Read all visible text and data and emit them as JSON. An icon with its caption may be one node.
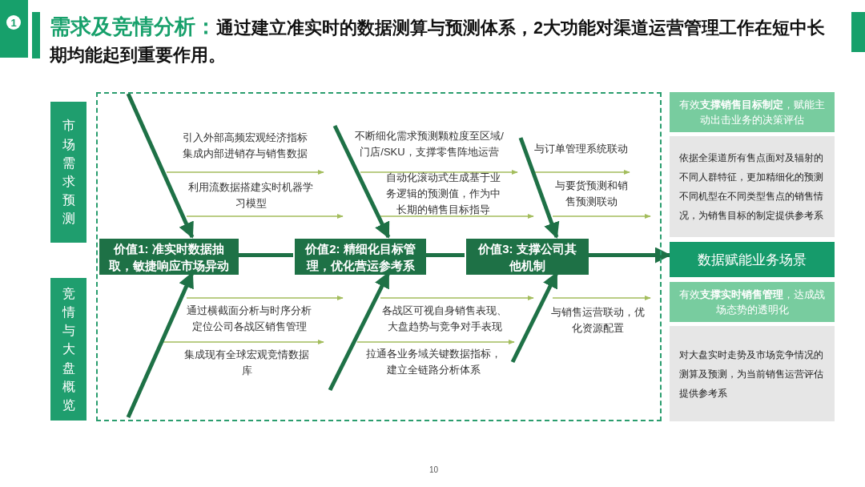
{
  "diagram": {
    "title": "**需求及竞情分析：**通过建立准实时的数据测算与预测体系，2大功能对渠道运营管理工作在短中长期均能起到重要作用。",
    "nodes": [
      {
        "text": [
          "市场需求预测"
        ]
      },
      {
        "text": [
          "竞情与大盘概览"
        ]
      },
      {
        "text": [],
        "shape": "box"
      },
      {
        "text": [
          "价值1: 准实时数据抽取，敏捷响应市场异动"
        ],
        "in": 2
      },
      {
        "text": [
          "价值2: 精细化目标管理，优化营运参考系"
        ],
        "in": 2
      },
      {
        "text": [
          "价值3: 支撑公司其他机制"
        ],
        "in": 2
      },
      {
        "text": [
          "数据赋能业务场景"
        ]
      },
      {
        "text": [
          "有效**支撑销售目标制定**，赋能主动出击业务的决策评估",
          "依据全渠道所有售点面对及辐射的不同人群特征，更加精细化的预测不同机型在不同类型售点的销售情况，为销售目标的制定提供参考系"
        ]
      },
      {
        "text": [
          "有效**支撑实时销售管理**，达成战场态势的透明化",
          "对大盘实时走势及市场竞争情况的测算及预测，为当前销售运营评估提供参考系"
        ]
      }
    ],
    "edges": [
      {
        "from": null,
        "to": 3,
        "arrow": "to"
      },
      {
        "from": null,
        "to": 3,
        "arrow": "to"
      },
      {
        "from": null,
        "to": 4,
        "arrow": "to"
      },
      {
        "from": null,
        "to": 4,
        "arrow": "to"
      },
      {
        "from": null,
        "to": 5,
        "arrow": "to"
      },
      {
        "from": null,
        "to": 5,
        "arrow": "to"
      },
      {
        "from": 3,
        "to": 4,
        "arrow": "none"
      },
      {
        "from": 4,
        "to": 5,
        "arrow": "none"
      },
      {
        "from": 5,
        "to": 6,
        "arrow": "to"
      }
    ],
    "labels": [
      "1",
      "引入外部高频宏观经济指标集成内部进销存与销售数据",
      "利用流数据搭建实时机器学习模型",
      "通过横截面分析与时序分析定位公司各战区销售管理",
      "集成现有全球宏观竞情数据库",
      "不断细化需求预测颗粒度至区域/门店/SKU，支撑零售阵地运营",
      "自动化滚动式生成基于业务逻辑的预测值，作为中长期的销售目标指导",
      "各战区可视自身销售表现、大盘趋势与竞争对手表现",
      "拉通各业务域关键数据指标，建立全链路分析体系",
      "与订单管理系统联动",
      "与要货预测和销售预测联动",
      "与销售运营联动，优化资源配置",
      "10"
    ]
  }
}
